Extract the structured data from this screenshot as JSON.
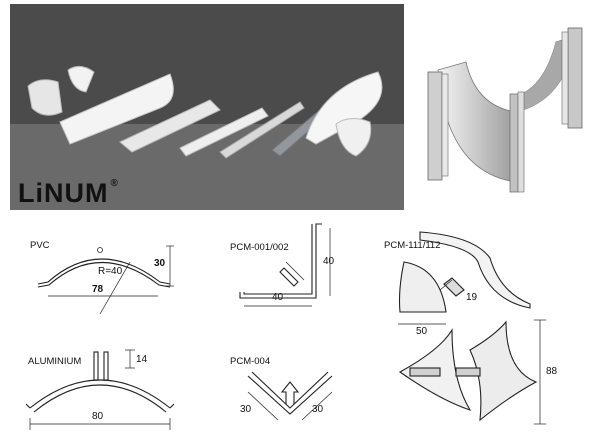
{
  "brand": {
    "logo_text": "LiNUM",
    "logo_mark": "®"
  },
  "profiles": {
    "pvc": {
      "title": "PVC",
      "radius": "R=40",
      "height": "30",
      "width": "78"
    },
    "aluminium": {
      "title": "ALUMINIUM",
      "height": "14",
      "width": "80"
    },
    "pcm_001_002": {
      "title": "PCM-001/002",
      "height": "40",
      "width": "40"
    },
    "pcm_004": {
      "title": "PCM-004",
      "left_leg": "30",
      "right_leg": "30"
    },
    "pcm_111_112": {
      "title": "PCM-111/112",
      "depth": "19",
      "width": "50",
      "height": "88"
    }
  }
}
